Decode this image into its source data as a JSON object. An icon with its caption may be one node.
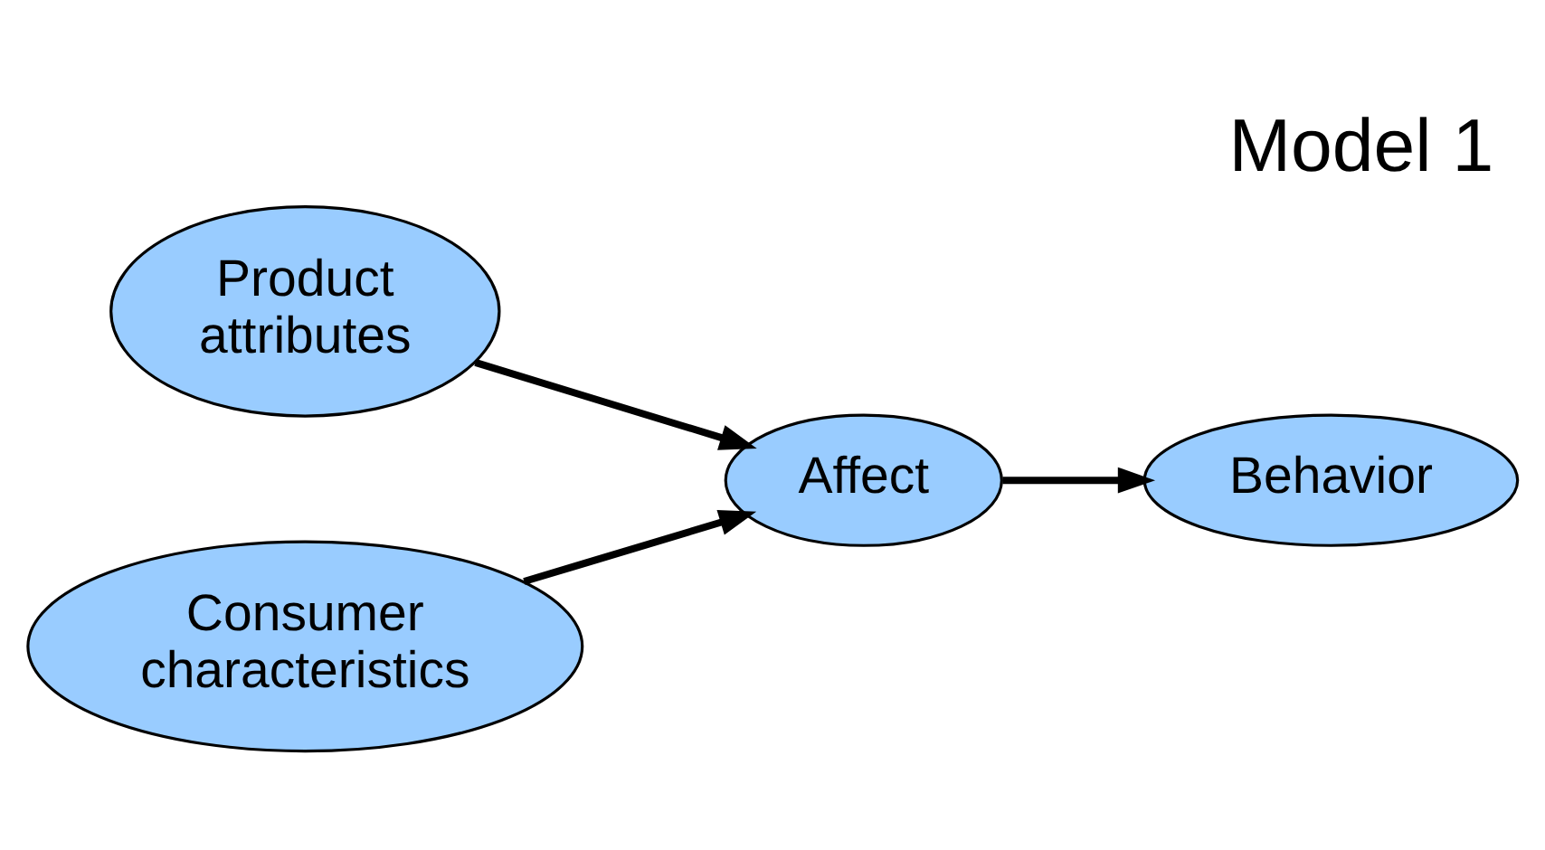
{
  "diagram": {
    "title": "Model 1",
    "nodes": [
      {
        "text": [
          "Product attributes"
        ]
      },
      {
        "text": [
          "Affect"
        ]
      },
      {
        "text": [
          "Behavior"
        ]
      },
      {
        "text": [
          "Consumer characteristics"
        ]
      }
    ],
    "edges": [
      {
        "from": 0,
        "to": 1,
        "arrow": "to"
      },
      {
        "from": 3,
        "to": 1,
        "arrow": "to"
      },
      {
        "from": 1,
        "to": 2,
        "arrow": "to"
      }
    ]
  }
}
